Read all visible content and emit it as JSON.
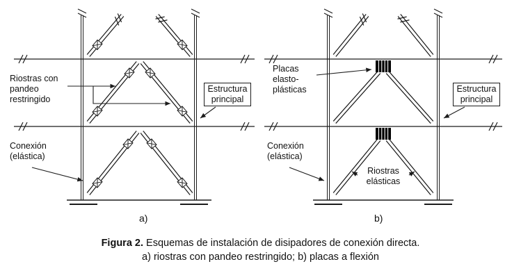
{
  "diagram": {
    "left": {
      "brace_label": "Riostras con pandeo restringido",
      "structure_label": "Estructura principal",
      "connection_label": "Conexión (elástica)",
      "sublabel": "a)"
    },
    "right": {
      "plates_label": "Placas elasto-plásticas",
      "structure_label": "Estructura principal",
      "connection_label": "Conexión (elástica)",
      "braces_label": "Riostras elásticas",
      "sublabel": "b)"
    }
  },
  "caption": {
    "figure_label": "Figura 2.",
    "line1": " Esquemas de instalación de disipadores de conexión directa.",
    "line2": "a) riostras con pandeo restringido; b) placas a flexión"
  },
  "icons": {
    "break_mark": "double-slash continuation mark",
    "damper_connection": "hatched damper connection box",
    "elastoplastic_plate": "black stacked-plate block",
    "arrow": "leader arrow"
  },
  "colors": {
    "line": "#1c1c1c",
    "plate": "#000000",
    "background": "#ffffff"
  }
}
